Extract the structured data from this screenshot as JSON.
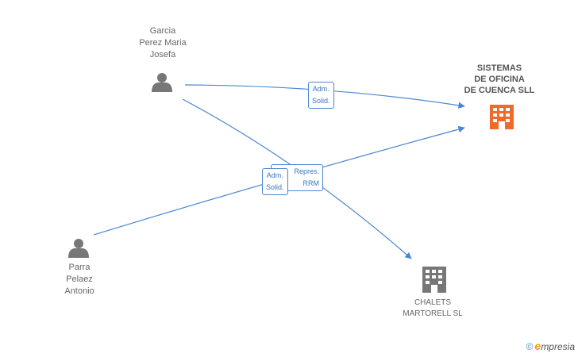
{
  "nodes": {
    "garcia": {
      "line1": "Garcia",
      "line2": "Perez Maria",
      "line3": "Josefa"
    },
    "parra": {
      "line1": "Parra",
      "line2": "Pelaez",
      "line3": "Antonio"
    },
    "sistemas": {
      "line1": "SISTEMAS",
      "line2": "DE OFICINA",
      "line3": "DE CUENCA SLL"
    },
    "chalets": {
      "line1": "CHALETS",
      "line2": "MARTORELL SL"
    }
  },
  "edges": {
    "garcia_sistemas": {
      "line1": "Adm.",
      "line2": "Solid."
    },
    "back_box": {
      "line1": "Repres.",
      "line2": "RRM"
    },
    "front_box": {
      "line1": "Adm.",
      "line2": "Solid."
    }
  },
  "colors": {
    "edge": "#4a86d4",
    "person_icon": "#777777",
    "company_main": "#f06a2c",
    "company_other": "#777777"
  },
  "watermark": {
    "copyright": "©",
    "brand_e": "e",
    "brand_rest": "mpresia"
  }
}
